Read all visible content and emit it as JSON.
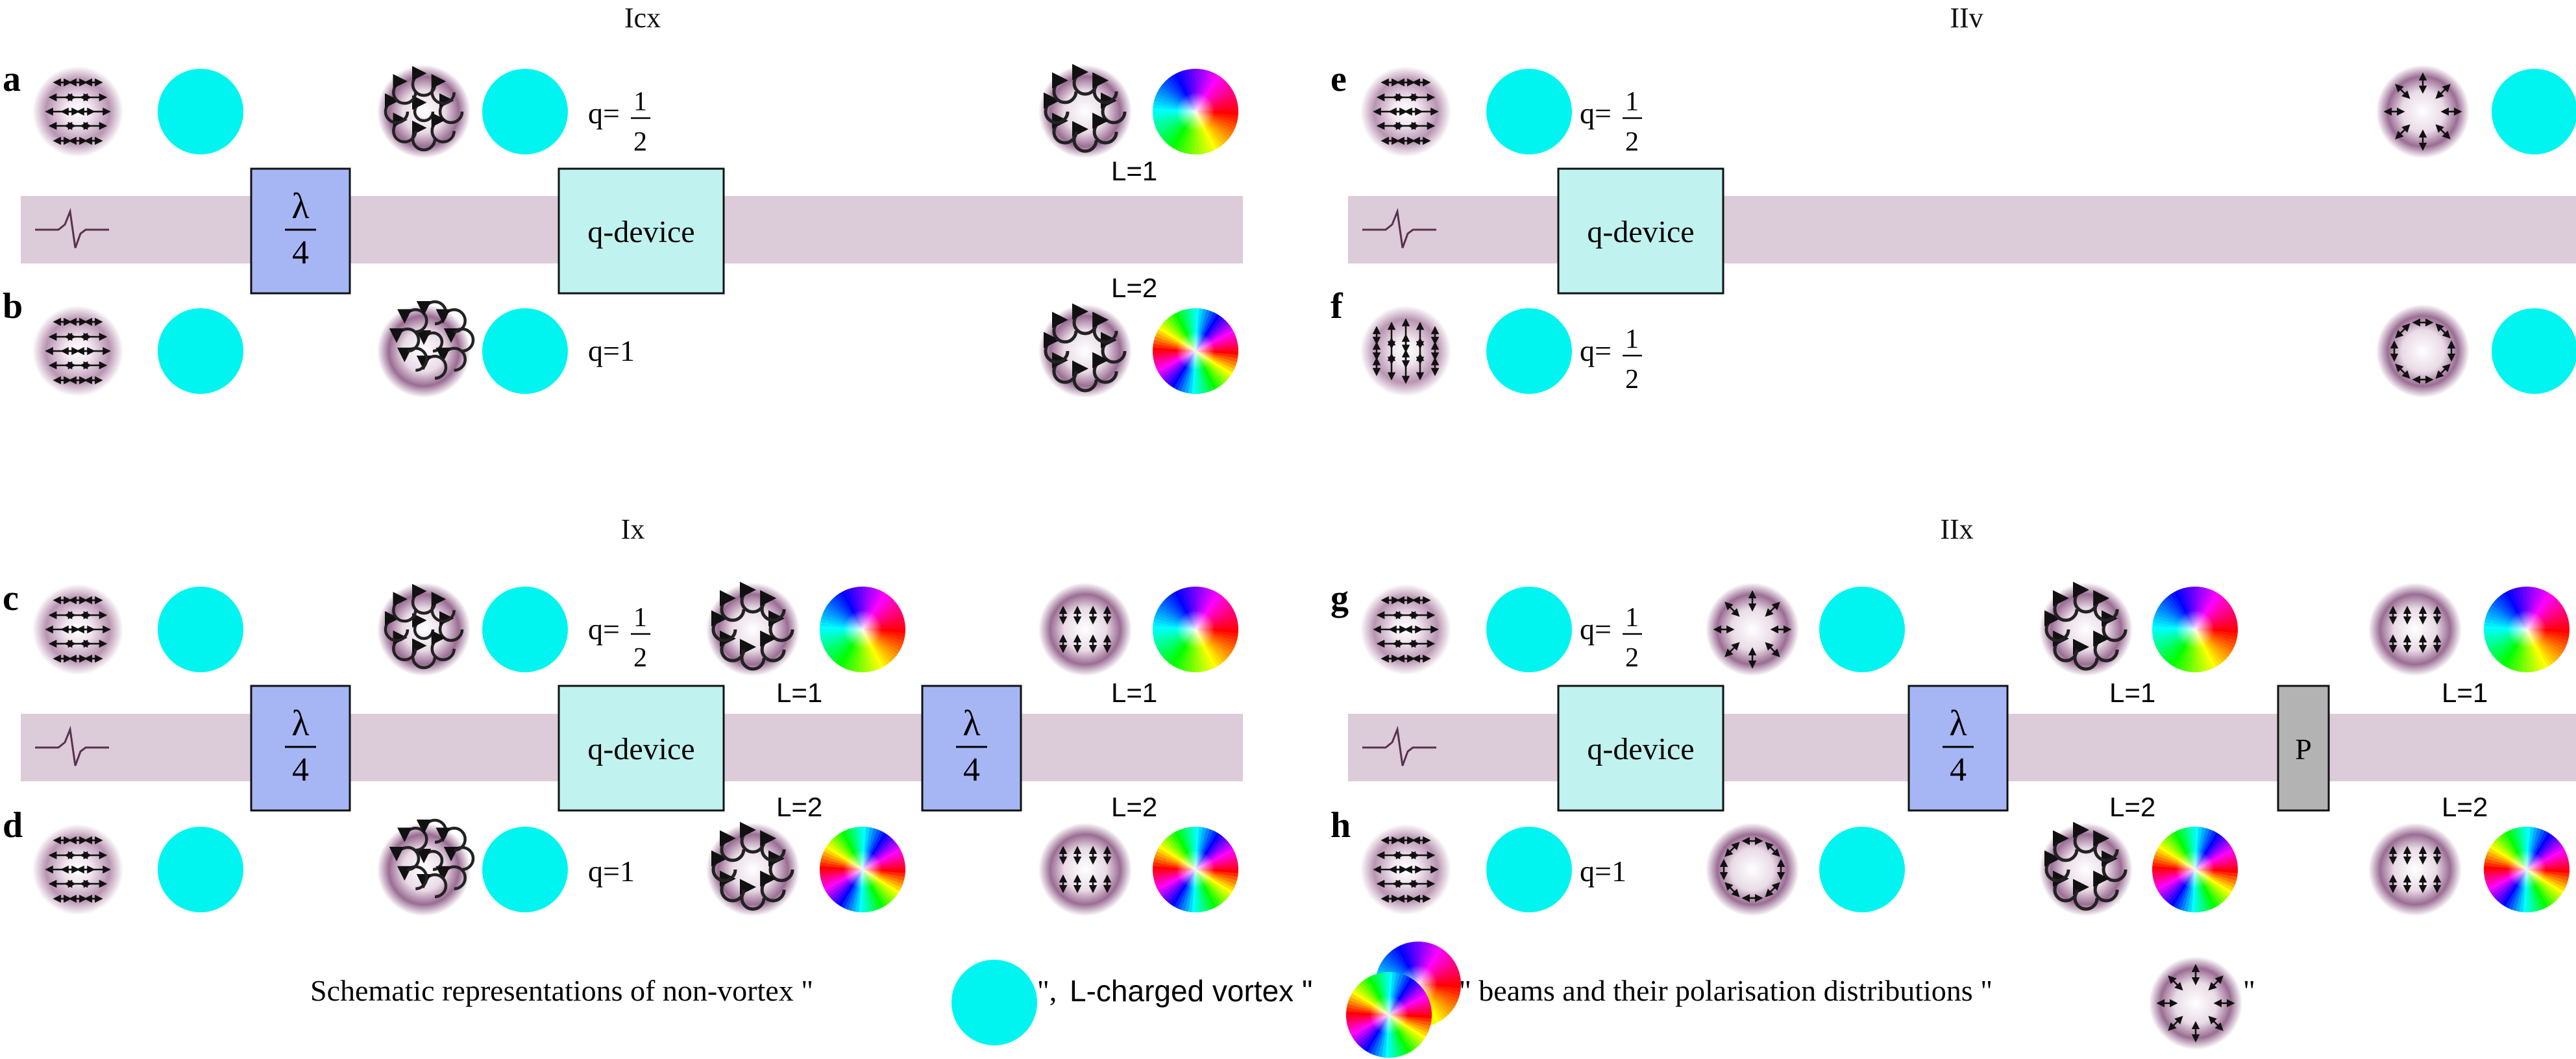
{
  "panels": [
    {
      "id": "a",
      "title": "Icx"
    },
    {
      "id": "e",
      "title": "IIv"
    },
    {
      "id": "c",
      "title": "Ix"
    },
    {
      "id": "g",
      "title": "IIx"
    }
  ],
  "rows": {
    "a": {
      "letter": "a",
      "q": "1/2",
      "L": "1"
    },
    "b": {
      "letter": "b",
      "q": "1",
      "L": "2"
    },
    "c": {
      "letter": "c",
      "q": "1/2",
      "L_mid": "1",
      "L_end": "1"
    },
    "d": {
      "letter": "d",
      "q": "1",
      "L_mid": "2",
      "L_end": "2"
    },
    "e": {
      "letter": "e",
      "q": "1/2"
    },
    "f": {
      "letter": "f",
      "q": "1/2"
    },
    "g": {
      "letter": "g",
      "q": "1/2",
      "L_mid": "1",
      "L_end": "1"
    },
    "h": {
      "letter": "h",
      "q": "1",
      "L_mid": "2",
      "L_end": "2"
    }
  },
  "labels": {
    "q_prefix": "q=",
    "L_prefix": "L=",
    "q_device": "q-device",
    "lambda": "λ",
    "four": "4",
    "one": "1",
    "two": "2",
    "polarizer": "P"
  },
  "caption": {
    "part1": "Schematic representations of non-vortex \"",
    "part2": "\", ",
    "part3": "L-charged vortex \"",
    "part4": "\" beams and their polarisation distributions \"",
    "part5": "\""
  },
  "colors": {
    "beam_band": "#dccbd9",
    "non_vortex_beam": "#00f5f0",
    "quarter_wave_plate": "#a6b6f5",
    "q_device": "#c0f2ef",
    "polarizer": "#b3b3b3",
    "polarisation_glow": "#8a5a84"
  }
}
